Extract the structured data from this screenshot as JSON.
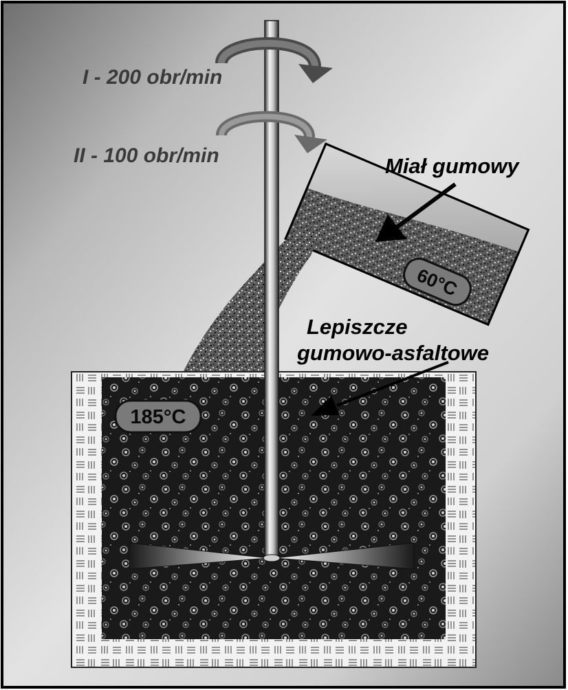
{
  "speed_high": "I - 200 obr/min",
  "speed_low": "II - 100 obr/min",
  "rubber_label": "Miał gumowy",
  "rubber_temperature": "60°C",
  "binder_label_line1": "Lepiszcze",
  "binder_label_line2": "gumowo-asfaltowe",
  "binder_temperature": "185°C"
}
